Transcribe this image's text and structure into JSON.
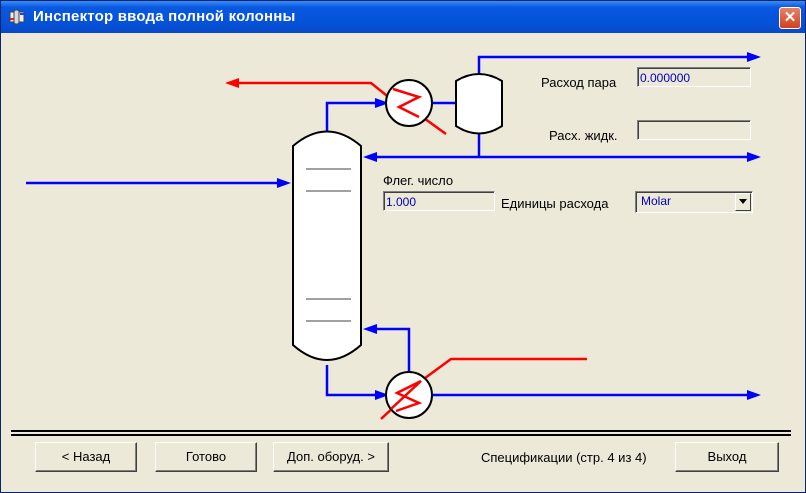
{
  "window": {
    "title": "Инспектор ввода полной колонны",
    "close_symbol": "✕"
  },
  "icons": {
    "title": "column-app-icon",
    "close": "close-icon",
    "dropdown": "chevron-down-icon"
  },
  "colors": {
    "vapor_stream": "#0000ff",
    "utility_stream": "#ff0000",
    "title_bar": "#0552d8"
  },
  "form": {
    "vapor_rate": {
      "label": "Расход пара",
      "value": "0.000000"
    },
    "liquid_rate": {
      "label": "Расх. жидк.",
      "value": ""
    },
    "reflux_ratio": {
      "label": "Флег. число",
      "value": "1.000"
    },
    "flow_basis": {
      "label": "Единицы расхода",
      "value": "Molar"
    }
  },
  "footer": {
    "back": "< Назад",
    "done": "Готово",
    "side_equipment": "Доп. оборуд. >",
    "status": "Спецификации (стр. 4 из 4)",
    "exit": "Выход"
  }
}
